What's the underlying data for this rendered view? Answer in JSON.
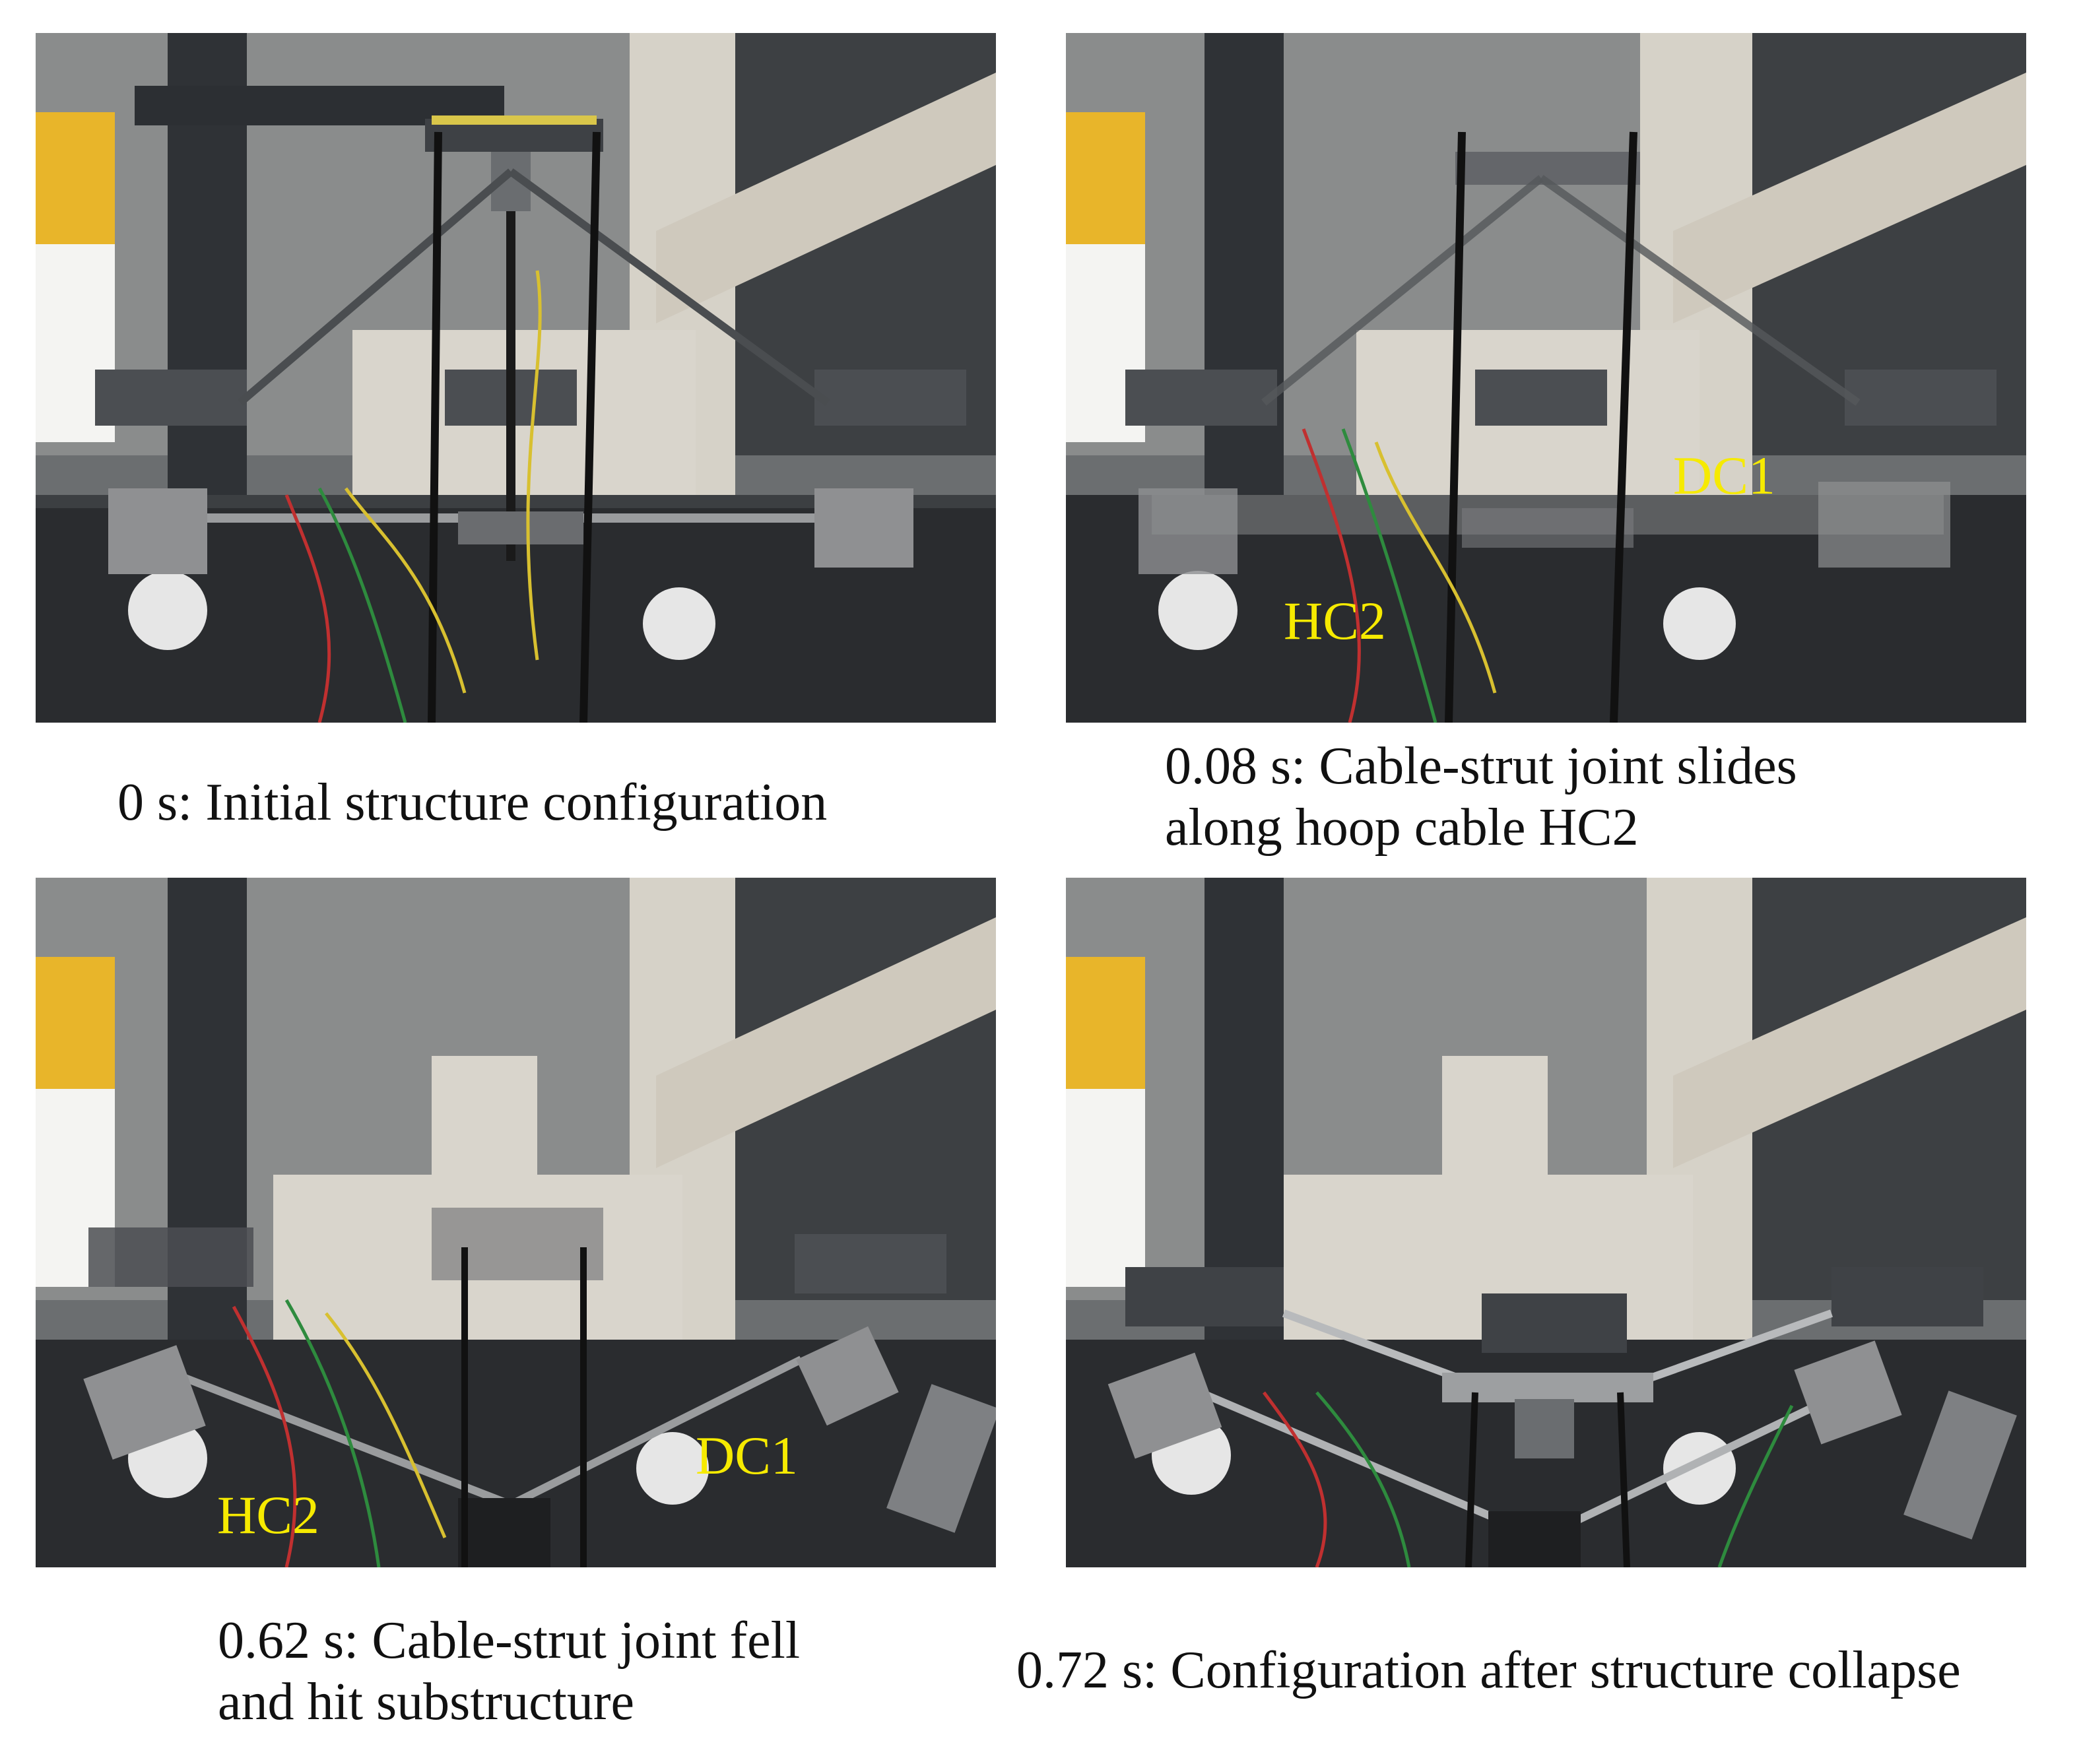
{
  "panels": [
    {
      "caption": "0 s: Initial structure configuration",
      "labels": []
    },
    {
      "caption": "0.08 s: Cable-strut joint slides\nalong hoop cable HC2",
      "labels": [
        "DC1",
        "HC2"
      ]
    },
    {
      "caption": "0.62 s: Cable-strut joint fell\nand hit substructure",
      "labels": [
        "DC1",
        "HC2"
      ]
    },
    {
      "caption": "0.72 s: Configuration after structure collapse",
      "labels": []
    }
  ],
  "colors": {
    "label": "#f6ea00",
    "caption": "#111111"
  }
}
